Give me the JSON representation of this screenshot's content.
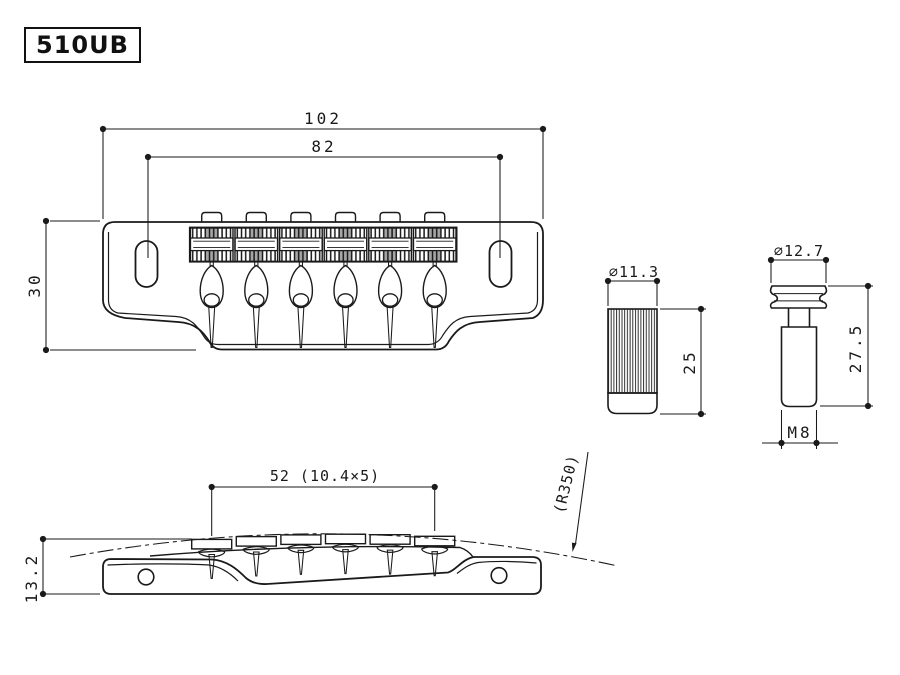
{
  "title": "510UB",
  "dimensions": {
    "top_view": {
      "overall_width": "102",
      "mount_hole_spacing": "82",
      "overall_depth": "30"
    },
    "bushing": {
      "diameter": "⌀11.3",
      "length": "25"
    },
    "stud": {
      "head_diameter": "⌀12.7",
      "length": "27.5",
      "thread_size": "M8"
    },
    "side_view": {
      "string_spacing": "52 (10.4×5)",
      "body_height": "13.2",
      "saddle_radius": "(R350)"
    }
  },
  "colors": {
    "line": "#1a1a1a",
    "background": "#ffffff",
    "knurl_gray": "#a6a6a6"
  }
}
